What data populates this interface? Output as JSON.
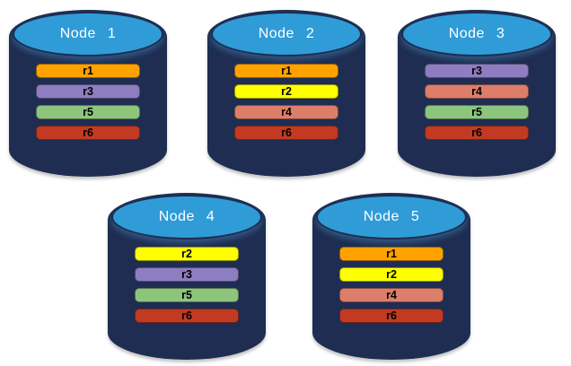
{
  "diagram": {
    "colors": {
      "background": "#FFFFFF",
      "cylinder_body": "#1E2D51",
      "cylinder_top": "#2F9CD8",
      "title_text": "#FFFFFF",
      "partition_text": "#000000",
      "partition_palette": {
        "r1": "#FFA201",
        "r2": "#FFFF00",
        "r3": "#8E7DC0",
        "r4": "#DD7E6A",
        "r5": "#8DC57D",
        "r6": "#C23A22"
      }
    },
    "nodes": [
      {
        "title": "Node 1",
        "partitions": [
          {
            "label": "r1",
            "color": "#FFA201"
          },
          {
            "label": "r3",
            "color": "#8E7DC0"
          },
          {
            "label": "r5",
            "color": "#8DC57D"
          },
          {
            "label": "r6",
            "color": "#C23A22"
          }
        ]
      },
      {
        "title": "Node 2",
        "partitions": [
          {
            "label": "r1",
            "color": "#FFA201"
          },
          {
            "label": "r2",
            "color": "#FFFF00"
          },
          {
            "label": "r4",
            "color": "#DD7E6A"
          },
          {
            "label": "r6",
            "color": "#C23A22"
          }
        ]
      },
      {
        "title": "Node 3",
        "partitions": [
          {
            "label": "r3",
            "color": "#8E7DC0"
          },
          {
            "label": "r4",
            "color": "#DD7E6A"
          },
          {
            "label": "r5",
            "color": "#8DC57D"
          },
          {
            "label": "r6",
            "color": "#C23A22"
          }
        ]
      },
      {
        "title": "Node 4",
        "partitions": [
          {
            "label": "r2",
            "color": "#FFFF00"
          },
          {
            "label": "r3",
            "color": "#8E7DC0"
          },
          {
            "label": "r5",
            "color": "#8DC57D"
          },
          {
            "label": "r6",
            "color": "#C23A22"
          }
        ]
      },
      {
        "title": "Node 5",
        "partitions": [
          {
            "label": "r1",
            "color": "#FFA201"
          },
          {
            "label": "r2",
            "color": "#FFFF00"
          },
          {
            "label": "r4",
            "color": "#DD7E6A"
          },
          {
            "label": "r6",
            "color": "#C23A22"
          }
        ]
      }
    ]
  }
}
